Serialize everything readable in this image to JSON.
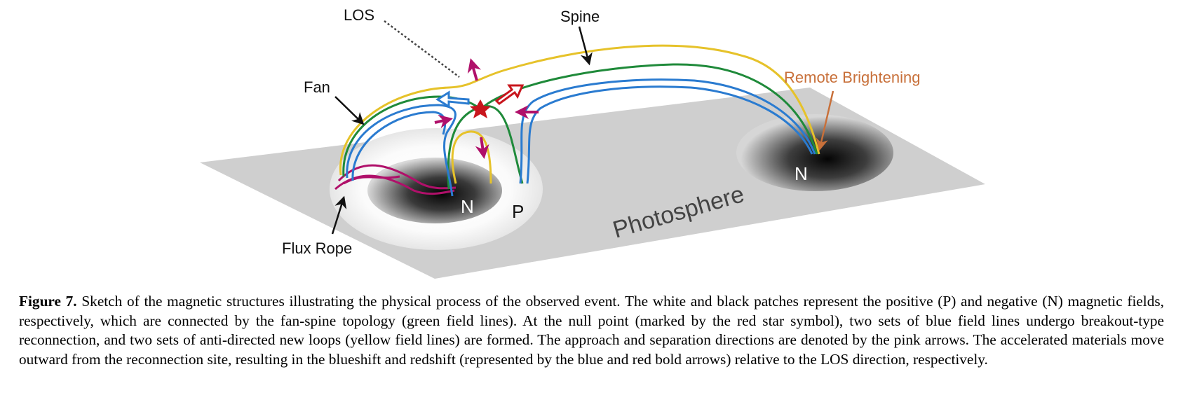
{
  "figure": {
    "labels": {
      "los": "LOS",
      "spine": "Spine",
      "fan": "Fan",
      "remote_brightening": "Remote Brightening",
      "flux_rope": "Flux Rope",
      "n_left": "N",
      "p": "P",
      "n_right": "N",
      "photosphere": "Photosphere"
    },
    "colors": {
      "green_field": "#1f8a3a",
      "blue_field": "#2a7bd0",
      "yellow_field": "#e6c22a",
      "pink_arrow": "#b0106a",
      "red_star": "#c8161d",
      "remote_label": "#c8703a",
      "photosphere_plane": "#cfcfcf"
    }
  },
  "caption": {
    "label": "Figure 7.",
    "text": " Sketch of the magnetic structures illustrating the physical process of the observed event. The white and black patches represent the positive (P) and negative (N) magnetic fields, respectively, which are connected by the fan-spine topology (green field lines). At the null point (marked by the red star symbol), two sets of blue field lines undergo breakout-type reconnection, and two sets of anti-directed new loops (yellow field lines) are formed. The approach and separation directions are denoted by the pink arrows. The accelerated materials move outward from the reconnection site, resulting in the blueshift and redshift (represented by the blue and red bold arrows) relative to the LOS direction, respectively."
  }
}
